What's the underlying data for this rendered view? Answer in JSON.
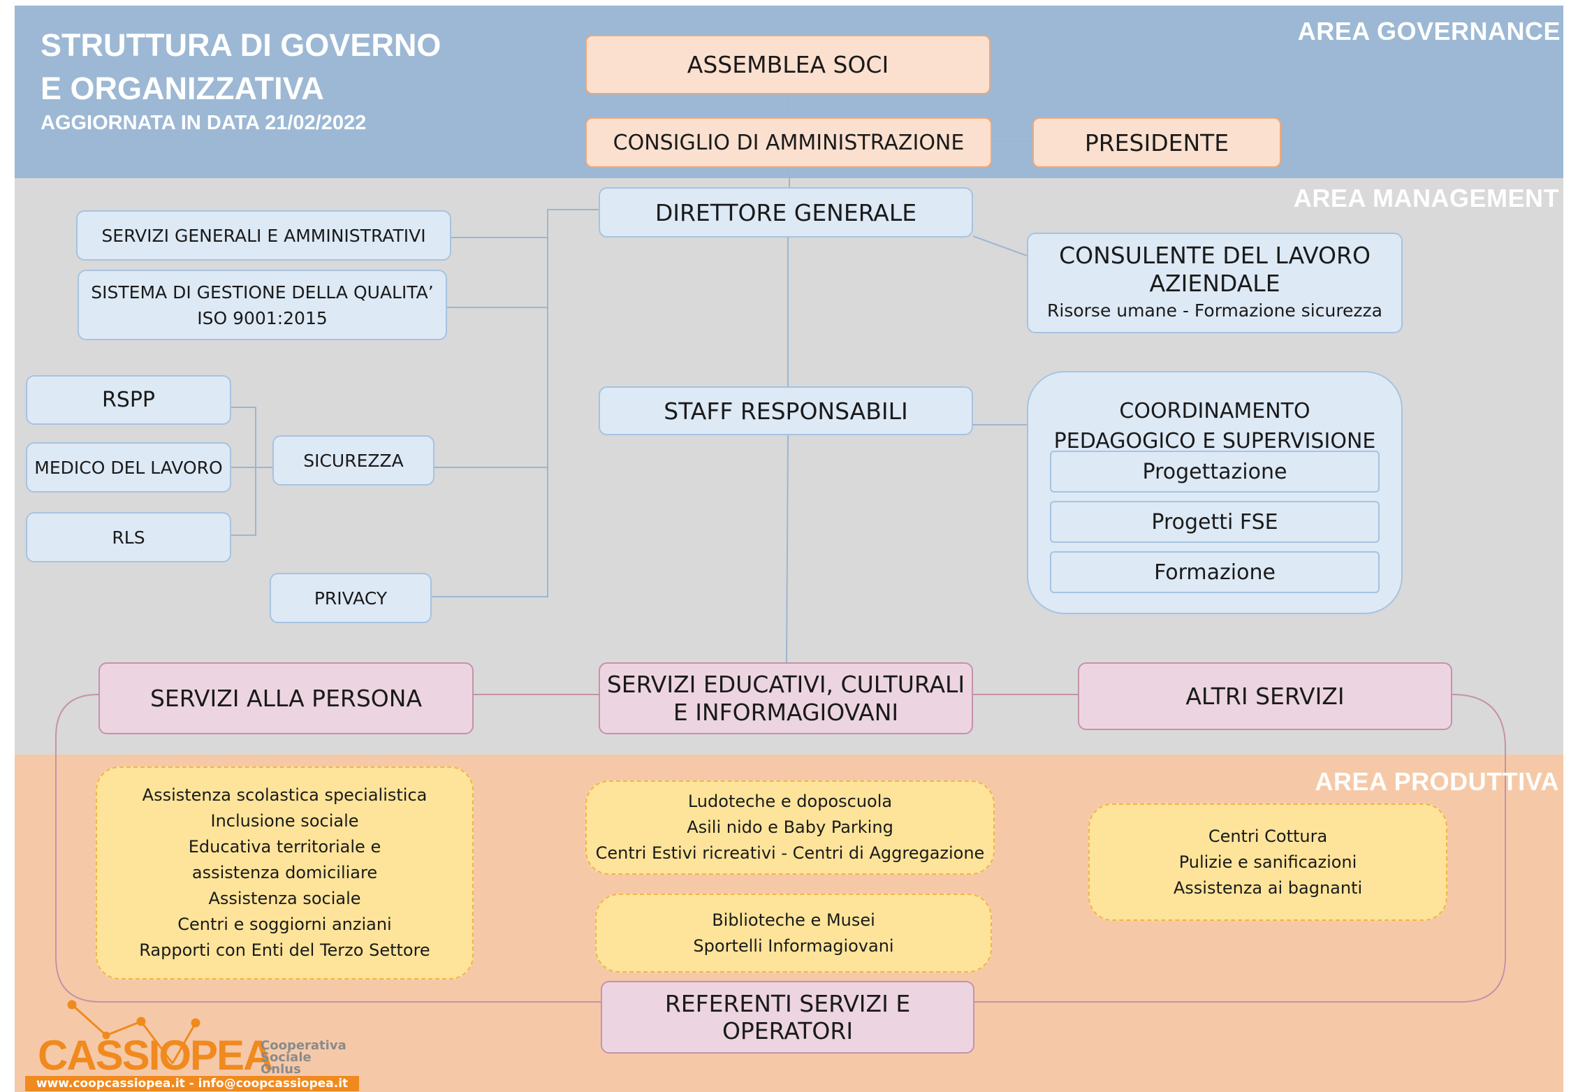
{
  "header": {
    "title_line1": "STRUTTURA DI GOVERNO",
    "title_line2": "E ORGANIZZATIVA",
    "subtitle": "AGGIORNATA IN DATA 21/02/2022"
  },
  "areas": {
    "governance": "AREA GOVERNANCE",
    "management": "AREA MANAGEMENT",
    "produttiva": "AREA PRODUTTIVA"
  },
  "governance": {
    "assemblea": "ASSEMBLEA SOCI",
    "consiglio": "CONSIGLIO DI AMMINISTRAZIONE",
    "presidente": "PRESIDENTE"
  },
  "management": {
    "direttore": "DIRETTORE GENERALE",
    "servizi_generali": "SERVIZI GENERALI E AMMINISTRATIVI",
    "qualita_line1": "SISTEMA DI GESTIONE DELLA QUALITA’",
    "qualita_line2": "ISO 9001:2015",
    "consulente_line1": "CONSULENTE DEL LAVORO",
    "consulente_line2": "AZIENDALE",
    "consulente_sub": "Risorse umane - Formazione sicurezza",
    "rspp": "RSPP",
    "medico": "MEDICO DEL LAVORO",
    "rls": "RLS",
    "sicurezza": "SICUREZZA",
    "privacy": "PRIVACY",
    "staff": "STAFF RESPONSABILI",
    "coord_line1": "COORDINAMENTO",
    "coord_line2": "PEDAGOGICO E SUPERVISIONE",
    "coord_items": [
      "Progettazione",
      "Progetti FSE",
      "Formazione"
    ]
  },
  "servizi": {
    "persona": "SERVIZI ALLA PERSONA",
    "educativi_line1": "SERVIZI EDUCATIVI, CULTURALI",
    "educativi_line2": "E INFORMAGIOVANI",
    "altri": "ALTRI SERVIZI",
    "referenti": "REFERENTI SERVIZI E OPERATORI"
  },
  "produttiva": {
    "persona_list": [
      "Assistenza scolastica specialistica",
      "Inclusione sociale",
      "Educativa territoriale e",
      "assistenza domiciliare",
      "Assistenza sociale",
      "Centri e soggiorni anziani",
      "Rapporti con  Enti del Terzo Settore"
    ],
    "educativi_list": [
      "Ludoteche e doposcuola",
      "Asili nido e Baby Parking",
      "Centri Estivi ricreativi - Centri di Aggregazione"
    ],
    "culturali_list": [
      "Biblioteche e Musei",
      "Sportelli Informagiovani"
    ],
    "altri_list": [
      "Centri Cottura",
      "Pulizie e sanificazioni",
      "Assistenza ai bagnanti"
    ]
  },
  "logo": {
    "name": "CASSIOPEA",
    "sub_line1": "Cooperativa",
    "sub_line2": "Sociale",
    "sub_line3": "Onlus",
    "contact": "www.coopcassiopea.it - info@coopcassiopea.it"
  },
  "colors": {
    "governance_band": "#9cb8d4",
    "management_band": "#d9d9d9",
    "produttiva_band": "#f5c9a8",
    "logo_orange": "#f08a1e"
  }
}
